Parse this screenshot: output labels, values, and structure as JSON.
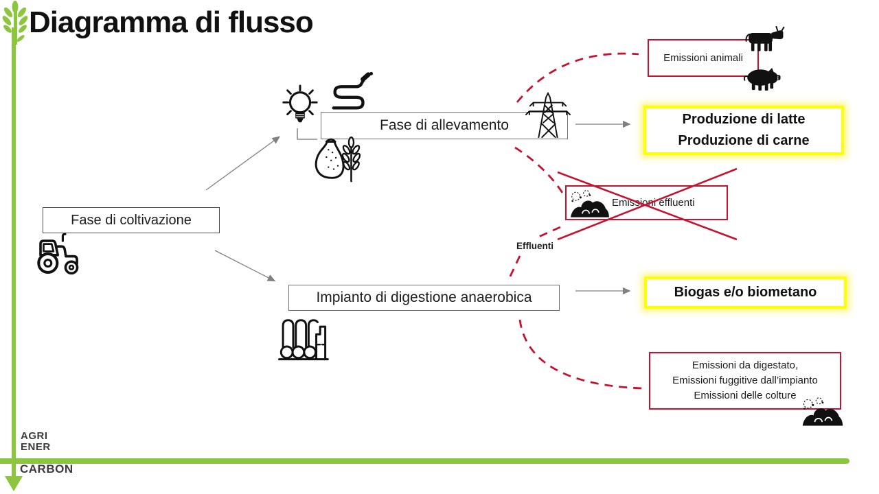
{
  "title": "Diagramma di flusso",
  "nodes": {
    "coltivazione": {
      "label": "Fase di coltivazione"
    },
    "allevamento": {
      "label": "Fase di allevamento"
    },
    "digestione": {
      "label": "Impianto di digestione anaerobica"
    },
    "emissioni_animali": {
      "label": "Emissioni animali"
    },
    "produzione": {
      "line1": "Produzione di latte",
      "line2": "Produzione di carne"
    },
    "emissioni_effluenti": {
      "label": "Emissioni effluenti"
    },
    "effluenti": {
      "label": "Effluenti"
    },
    "biogas": {
      "label": "Biogas e/o biometano"
    },
    "emissioni_impianto": {
      "line1": "Emissioni da digestato,",
      "line2": "Emissioni fuggitive dall’impianto",
      "line3": "Emissioni delle colture"
    }
  },
  "logo": {
    "line1": "AGRI",
    "line2": "ENER",
    "line3": "CARBON"
  },
  "icons": {
    "brand": "wheat-icon",
    "coltivazione": "tractor-icon",
    "allevamento": [
      "lightbulb-icon",
      "hose-icon",
      "feed-sack-icon",
      "power-pylon-icon"
    ],
    "emissioni_animali": [
      "cow-icon",
      "pig-icon"
    ],
    "effluenti": "manure-icon",
    "digestione": "biogas-plant-icon",
    "emissioni_impianto": "manure-icon"
  },
  "colors": {
    "green": "#8cc63f",
    "red": "#c41230",
    "yellow_highlight": "#ffff00",
    "gray_connector": "#808080"
  }
}
